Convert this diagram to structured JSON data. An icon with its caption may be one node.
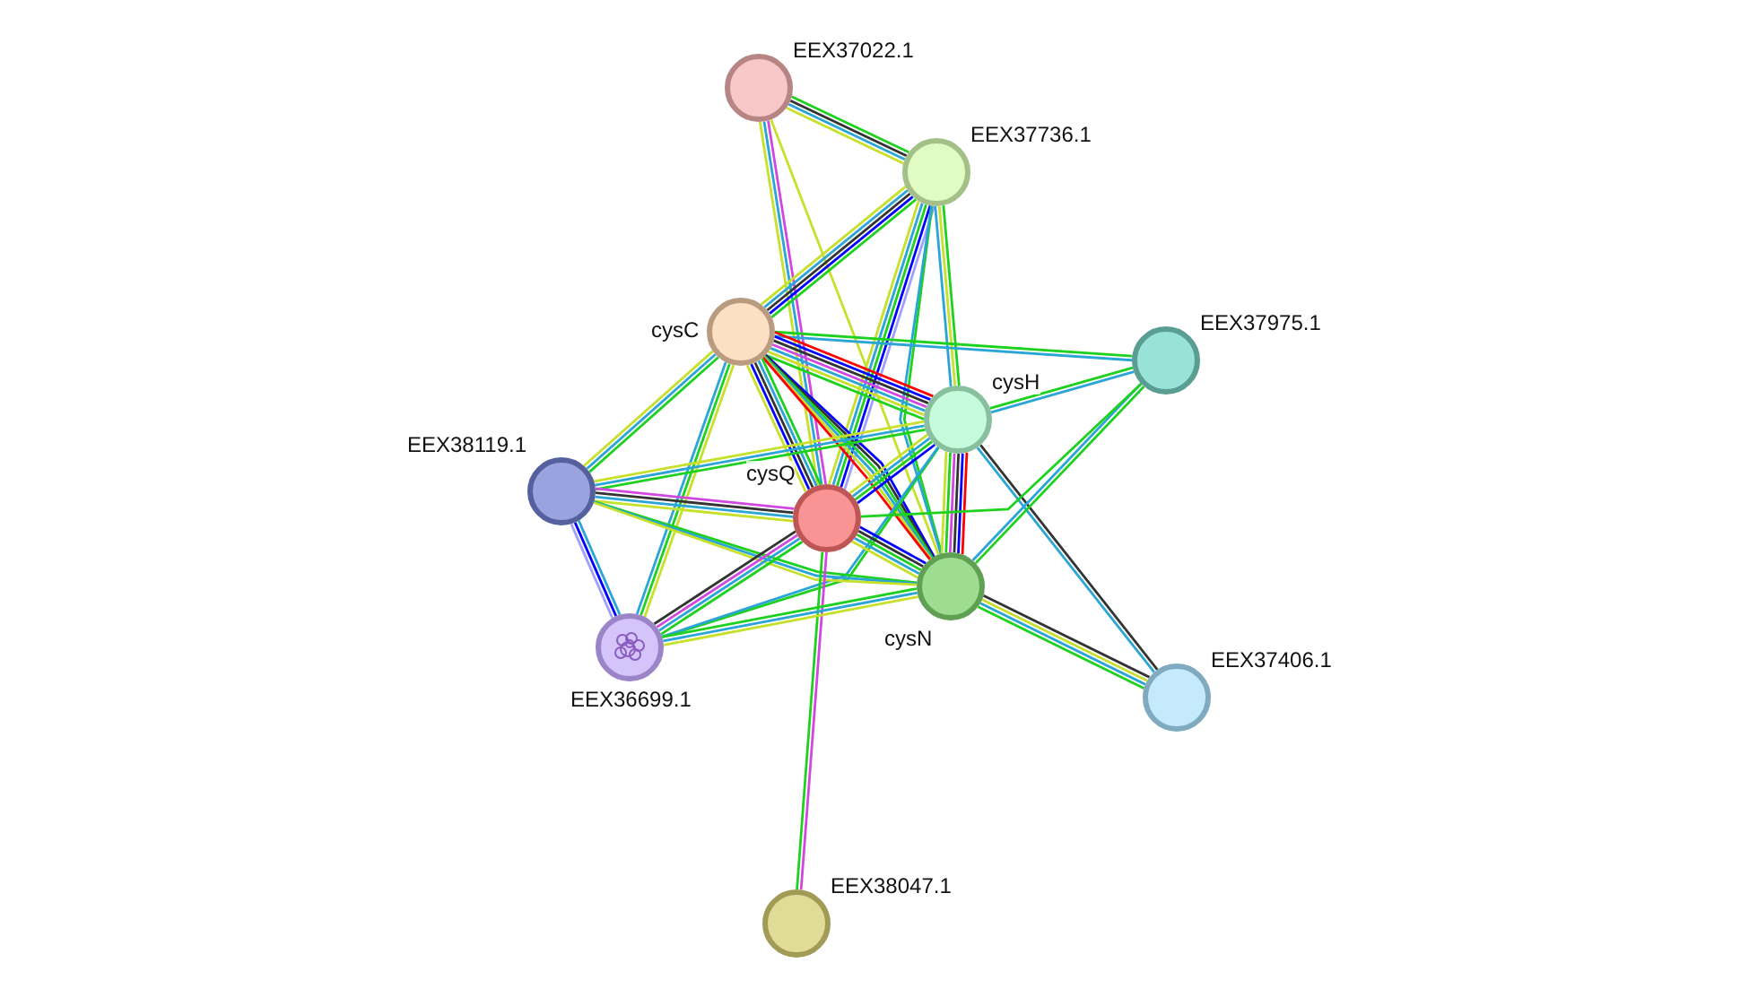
{
  "diagram": {
    "nodes": [
      {
        "text": [
          "EEX37022.1"
        ]
      },
      {
        "text": [
          "EEX37736.1"
        ]
      },
      {
        "text": [
          "cysC"
        ]
      },
      {
        "text": [
          "EEX37975.1"
        ]
      },
      {
        "text": [
          "cysH"
        ]
      },
      {
        "text": [
          "EEX38119.1"
        ]
      },
      {
        "text": [
          "cysQ"
        ]
      },
      {
        "text": [
          "cysN"
        ]
      },
      {
        "text": [
          "EEX36699.1"
        ]
      },
      {
        "text": [
          "EEX37406.1"
        ]
      },
      {
        "text": [
          "EEX38047.1"
        ]
      }
    ],
    "edges": [
      {
        "from": 0,
        "to": 1,
        "arrow": "none",
        "color": "#1ed11e"
      },
      {
        "from": 0,
        "to": 1,
        "arrow": "none",
        "color": "#333333"
      },
      {
        "from": 0,
        "to": 1,
        "arrow": "none",
        "color": "#2aa5d6"
      },
      {
        "from": 0,
        "to": 1,
        "arrow": "none",
        "color": "#c7e02a"
      },
      {
        "from": 0,
        "to": 6,
        "arrow": "none",
        "color": "#d147e0"
      },
      {
        "from": 0,
        "to": 6,
        "arrow": "none",
        "color": "#2aa5d6"
      },
      {
        "from": 0,
        "to": 6,
        "arrow": "none",
        "color": "#c7e02a"
      },
      {
        "from": 0,
        "to": 7,
        "arrow": "none",
        "color": "#c7e02a"
      },
      {
        "from": 1,
        "to": 2,
        "arrow": "none",
        "color": "#1ed11e"
      },
      {
        "from": 1,
        "to": 2,
        "arrow": "none",
        "color": "#0000ff"
      },
      {
        "from": 1,
        "to": 2,
        "arrow": "none",
        "color": "#333333"
      },
      {
        "from": 1,
        "to": 2,
        "arrow": "none",
        "color": "#2aa5d6"
      },
      {
        "from": 1,
        "to": 2,
        "arrow": "none",
        "color": "#c7e02a"
      },
      {
        "from": 1,
        "to": 6,
        "arrow": "none",
        "color": "#a0a0ff"
      },
      {
        "from": 1,
        "to": 6,
        "arrow": "none",
        "color": "#0000ff"
      },
      {
        "from": 1,
        "to": 6,
        "arrow": "none",
        "color": "#1ed11e"
      },
      {
        "from": 1,
        "to": 6,
        "arrow": "none",
        "color": "#2aa5d6"
      },
      {
        "from": 1,
        "to": 6,
        "arrow": "none",
        "color": "#c7e02a"
      },
      {
        "from": 1,
        "to": 4,
        "arrow": "none",
        "color": "#1ed11e"
      },
      {
        "from": 1,
        "to": 4,
        "arrow": "none",
        "color": "#c7e02a"
      },
      {
        "from": 1,
        "to": 4,
        "arrow": "none",
        "color": "#2aa5d6"
      },
      {
        "from": 1,
        "to": 7,
        "arrow": "none",
        "color": "#1ed11e"
      },
      {
        "from": 1,
        "to": 7,
        "arrow": "none",
        "color": "#2aa5d6"
      },
      {
        "from": 2,
        "to": 3,
        "arrow": "none",
        "color": "#1ed11e"
      },
      {
        "from": 2,
        "to": 3,
        "arrow": "none",
        "color": "#2aa5d6"
      },
      {
        "from": 2,
        "to": 4,
        "arrow": "none",
        "color": "#ff0000"
      },
      {
        "from": 2,
        "to": 4,
        "arrow": "none",
        "color": "#0000ff"
      },
      {
        "from": 2,
        "to": 4,
        "arrow": "none",
        "color": "#333333"
      },
      {
        "from": 2,
        "to": 4,
        "arrow": "none",
        "color": "#d147e0"
      },
      {
        "from": 2,
        "to": 4,
        "arrow": "none",
        "color": "#2aa5d6"
      },
      {
        "from": 2,
        "to": 4,
        "arrow": "none",
        "color": "#c7e02a"
      },
      {
        "from": 2,
        "to": 4,
        "arrow": "none",
        "color": "#1ed11e"
      },
      {
        "from": 2,
        "to": 7,
        "arrow": "none",
        "color": "#0000ff"
      },
      {
        "from": 2,
        "to": 7,
        "arrow": "none",
        "color": "#333333"
      },
      {
        "from": 2,
        "to": 7,
        "arrow": "none",
        "color": "#1ed11e"
      },
      {
        "from": 2,
        "to": 7,
        "arrow": "none",
        "color": "#2aa5d6"
      },
      {
        "from": 2,
        "to": 7,
        "arrow": "none",
        "color": "#c7e02a"
      },
      {
        "from": 2,
        "to": 7,
        "arrow": "none",
        "color": "#ff0000"
      },
      {
        "from": 2,
        "to": 6,
        "arrow": "none",
        "color": "#1ed11e"
      },
      {
        "from": 2,
        "to": 6,
        "arrow": "none",
        "color": "#2aa5d6"
      },
      {
        "from": 2,
        "to": 6,
        "arrow": "none",
        "color": "#333333"
      },
      {
        "from": 2,
        "to": 6,
        "arrow": "none",
        "color": "#0000ff"
      },
      {
        "from": 2,
        "to": 6,
        "arrow": "none",
        "color": "#c7e02a"
      },
      {
        "from": 2,
        "to": 5,
        "arrow": "none",
        "color": "#1ed11e"
      },
      {
        "from": 2,
        "to": 5,
        "arrow": "none",
        "color": "#2aa5d6"
      },
      {
        "from": 2,
        "to": 5,
        "arrow": "none",
        "color": "#c7e02a"
      },
      {
        "from": 2,
        "to": 8,
        "arrow": "none",
        "color": "#c7e02a"
      },
      {
        "from": 2,
        "to": 8,
        "arrow": "none",
        "color": "#1ed11e"
      },
      {
        "from": 2,
        "to": 8,
        "arrow": "none",
        "color": "#2aa5d6"
      },
      {
        "from": 4,
        "to": 3,
        "arrow": "none",
        "color": "#2aa5d6"
      },
      {
        "from": 4,
        "to": 3,
        "arrow": "none",
        "color": "#1ed11e"
      },
      {
        "from": 4,
        "to": 5,
        "arrow": "none",
        "color": "#1ed11e"
      },
      {
        "from": 4,
        "to": 5,
        "arrow": "none",
        "color": "#2aa5d6"
      },
      {
        "from": 4,
        "to": 5,
        "arrow": "none",
        "color": "#c7e02a"
      },
      {
        "from": 4,
        "to": 6,
        "arrow": "none",
        "color": "#0000ff"
      },
      {
        "from": 4,
        "to": 6,
        "arrow": "none",
        "color": "#1ed11e"
      },
      {
        "from": 4,
        "to": 6,
        "arrow": "none",
        "color": "#2aa5d6"
      },
      {
        "from": 4,
        "to": 6,
        "arrow": "none",
        "color": "#c7e02a"
      },
      {
        "from": 4,
        "to": 7,
        "arrow": "none",
        "color": "#ff0000"
      },
      {
        "from": 4,
        "to": 7,
        "arrow": "none",
        "color": "#0000ff"
      },
      {
        "from": 4,
        "to": 7,
        "arrow": "none",
        "color": "#333333"
      },
      {
        "from": 4,
        "to": 7,
        "arrow": "none",
        "color": "#d147e0"
      },
      {
        "from": 4,
        "to": 7,
        "arrow": "none",
        "color": "#1ed11e"
      },
      {
        "from": 4,
        "to": 7,
        "arrow": "none",
        "color": "#c7e02a"
      },
      {
        "from": 4,
        "to": 8,
        "arrow": "none",
        "color": "#1ed11e"
      },
      {
        "from": 4,
        "to": 8,
        "arrow": "none",
        "color": "#2aa5d6"
      },
      {
        "from": 4,
        "to": 9,
        "arrow": "none",
        "color": "#333333"
      },
      {
        "from": 4,
        "to": 9,
        "arrow": "none",
        "color": "#2aa5d6"
      },
      {
        "from": 3,
        "to": 7,
        "arrow": "none",
        "color": "#1ed11e"
      },
      {
        "from": 3,
        "to": 7,
        "arrow": "none",
        "color": "#2aa5d6"
      },
      {
        "from": 3,
        "to": 6,
        "arrow": "none",
        "color": "#1ed11e"
      },
      {
        "from": 5,
        "to": 6,
        "arrow": "none",
        "color": "#d147e0"
      },
      {
        "from": 5,
        "to": 6,
        "arrow": "none",
        "color": "#333333"
      },
      {
        "from": 5,
        "to": 6,
        "arrow": "none",
        "color": "#2aa5d6"
      },
      {
        "from": 5,
        "to": 6,
        "arrow": "none",
        "color": "#c7e02a"
      },
      {
        "from": 5,
        "to": 7,
        "arrow": "none",
        "color": "#1ed11e"
      },
      {
        "from": 5,
        "to": 7,
        "arrow": "none",
        "color": "#2aa5d6"
      },
      {
        "from": 5,
        "to": 7,
        "arrow": "none",
        "color": "#c7e02a"
      },
      {
        "from": 5,
        "to": 8,
        "arrow": "none",
        "color": "#2aa5d6"
      },
      {
        "from": 5,
        "to": 8,
        "arrow": "none",
        "color": "#0000ff"
      },
      {
        "from": 5,
        "to": 8,
        "arrow": "none",
        "color": "#a0a0ff"
      },
      {
        "from": 6,
        "to": 7,
        "arrow": "none",
        "color": "#0000ff"
      },
      {
        "from": 6,
        "to": 7,
        "arrow": "none",
        "color": "#333333"
      },
      {
        "from": 6,
        "to": 7,
        "arrow": "none",
        "color": "#1ed11e"
      },
      {
        "from": 6,
        "to": 7,
        "arrow": "none",
        "color": "#2aa5d6"
      },
      {
        "from": 6,
        "to": 7,
        "arrow": "none",
        "color": "#c7e02a"
      },
      {
        "from": 6,
        "to": 8,
        "arrow": "none",
        "color": "#1ed11e"
      },
      {
        "from": 6,
        "to": 8,
        "arrow": "none",
        "color": "#2aa5d6"
      },
      {
        "from": 6,
        "to": 8,
        "arrow": "none",
        "color": "#d147e0"
      },
      {
        "from": 6,
        "to": 8,
        "arrow": "none",
        "color": "#333333"
      },
      {
        "from": 6,
        "to": 10,
        "arrow": "none",
        "color": "#d147e0"
      },
      {
        "from": 6,
        "to": 10,
        "arrow": "none",
        "color": "#1ed11e"
      },
      {
        "from": 7,
        "to": 8,
        "arrow": "none",
        "color": "#c7e02a"
      },
      {
        "from": 7,
        "to": 8,
        "arrow": "none",
        "color": "#2aa5d6"
      },
      {
        "from": 7,
        "to": 8,
        "arrow": "none",
        "color": "#1ed11e"
      },
      {
        "from": 7,
        "to": 9,
        "arrow": "none",
        "color": "#333333"
      },
      {
        "from": 7,
        "to": 9,
        "arrow": "none",
        "color": "#c7e02a"
      },
      {
        "from": 7,
        "to": 9,
        "arrow": "none",
        "color": "#2aa5d6"
      },
      {
        "from": 7,
        "to": 9,
        "arrow": "none",
        "color": "#1ed11e"
      }
    ]
  }
}
